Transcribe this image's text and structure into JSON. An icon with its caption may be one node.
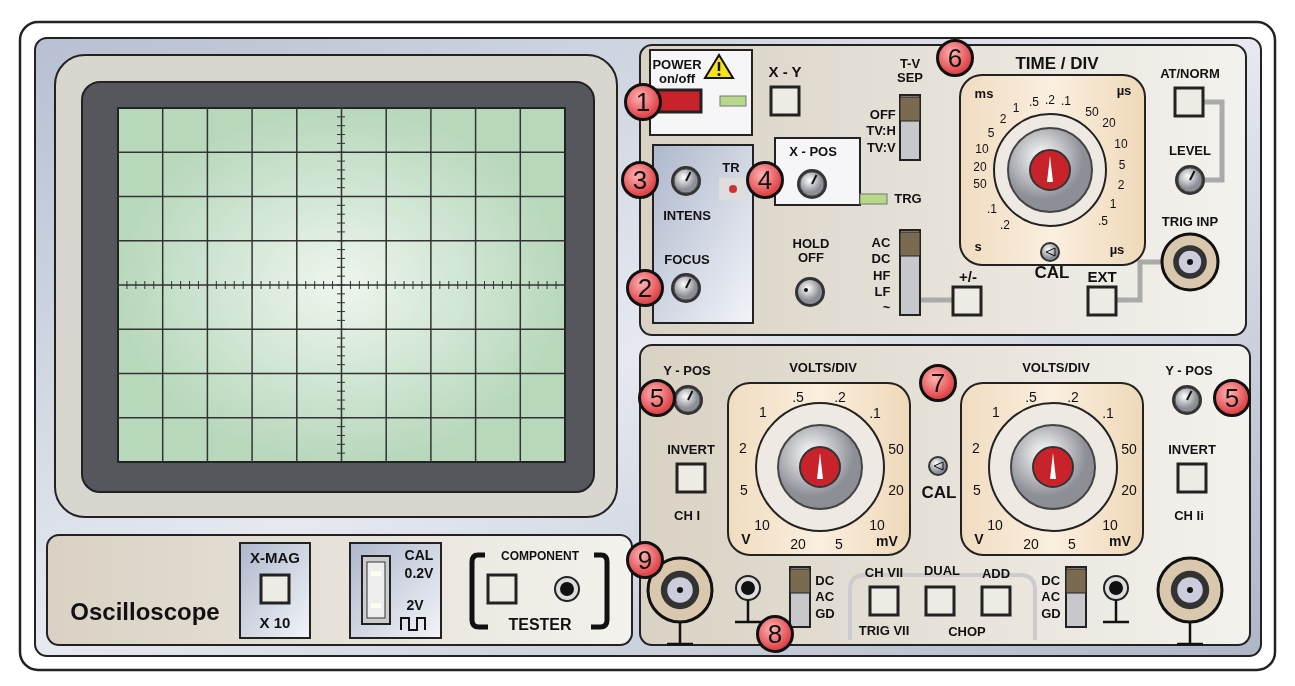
{
  "diagram": {
    "labels": [
      "POWER on/off",
      "1",
      "X - Y",
      "T-V SEP",
      "6",
      "TIME / DIV",
      "AT/NORM",
      "ms",
      "2",
      "1",
      ".5",
      ".2",
      ".1",
      "5",
      "10",
      "20",
      "50",
      ".1",
      ".2",
      "s",
      "µs",
      "50",
      "20",
      "10",
      "5",
      "2",
      "1",
      ".5",
      "µs",
      "OFF TV:H TV:V",
      "X - POS",
      "TR",
      "3",
      "4",
      "INTENS",
      "LEVEL",
      "TRG",
      "TRIG INP",
      "HOLD OFF",
      "FOCUS",
      "2",
      "AC DC HF LF ~",
      "+/-",
      "CAL",
      "EXT",
      "Y - POS",
      "5",
      "VOLTS/DIV",
      "7",
      "VOLTS/DIV",
      "Y - POS",
      "5",
      "1",
      ".5",
      ".2",
      ".1",
      "2",
      "50",
      "5",
      "20",
      "10",
      "10",
      "V",
      "20",
      "5",
      "mV",
      "1",
      ".5",
      ".2",
      ".1",
      "2",
      "50",
      "5",
      "20",
      "10",
      "10",
      "V",
      "20",
      "5",
      "mV",
      "INVERT",
      "CAL",
      "INVERT",
      "CH I",
      "CH Ii",
      "Oscilloscope",
      "X-MAG",
      "CAL 0.2V",
      "COMPONENT",
      "9",
      "DC AC GD",
      "CH VII",
      "DUAL",
      "ADD",
      "DC AC GD",
      "2V",
      "X 10",
      "TESTER",
      "TRIG VII",
      "CHOP",
      "8"
    ]
  }
}
